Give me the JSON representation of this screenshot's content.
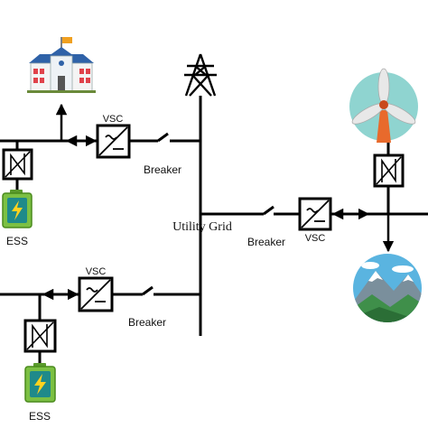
{
  "labels": {
    "utility_grid": "Utility Grid",
    "breaker_top": "Breaker",
    "breaker_bottom": "Breaker",
    "breaker_right": "Breaker",
    "vsc_top": "VSC",
    "vsc_bottom": "VSC",
    "vsc_right": "VSC",
    "ess_top": "ESS",
    "ess_bottom": "ESS"
  },
  "icons": {
    "school": "school-building-icon",
    "tower": "transmission-tower-icon",
    "wind": "wind-turbine-icon",
    "landscape": "mountain-landscape-icon",
    "battery": "battery-icon",
    "converter": "converter-icon"
  },
  "colors": {
    "line": "#000000",
    "battery_body": "#7cc043",
    "battery_screen": "#1f8a8a",
    "bolt": "#ffd21f",
    "sky": "#5ab4e0",
    "turbine_bg": "#8fd4d0",
    "school_roof": "#2f62a8",
    "school_wall": "#f4f4f4",
    "windows_red": "#e0424a",
    "flag": "#f0a020"
  }
}
